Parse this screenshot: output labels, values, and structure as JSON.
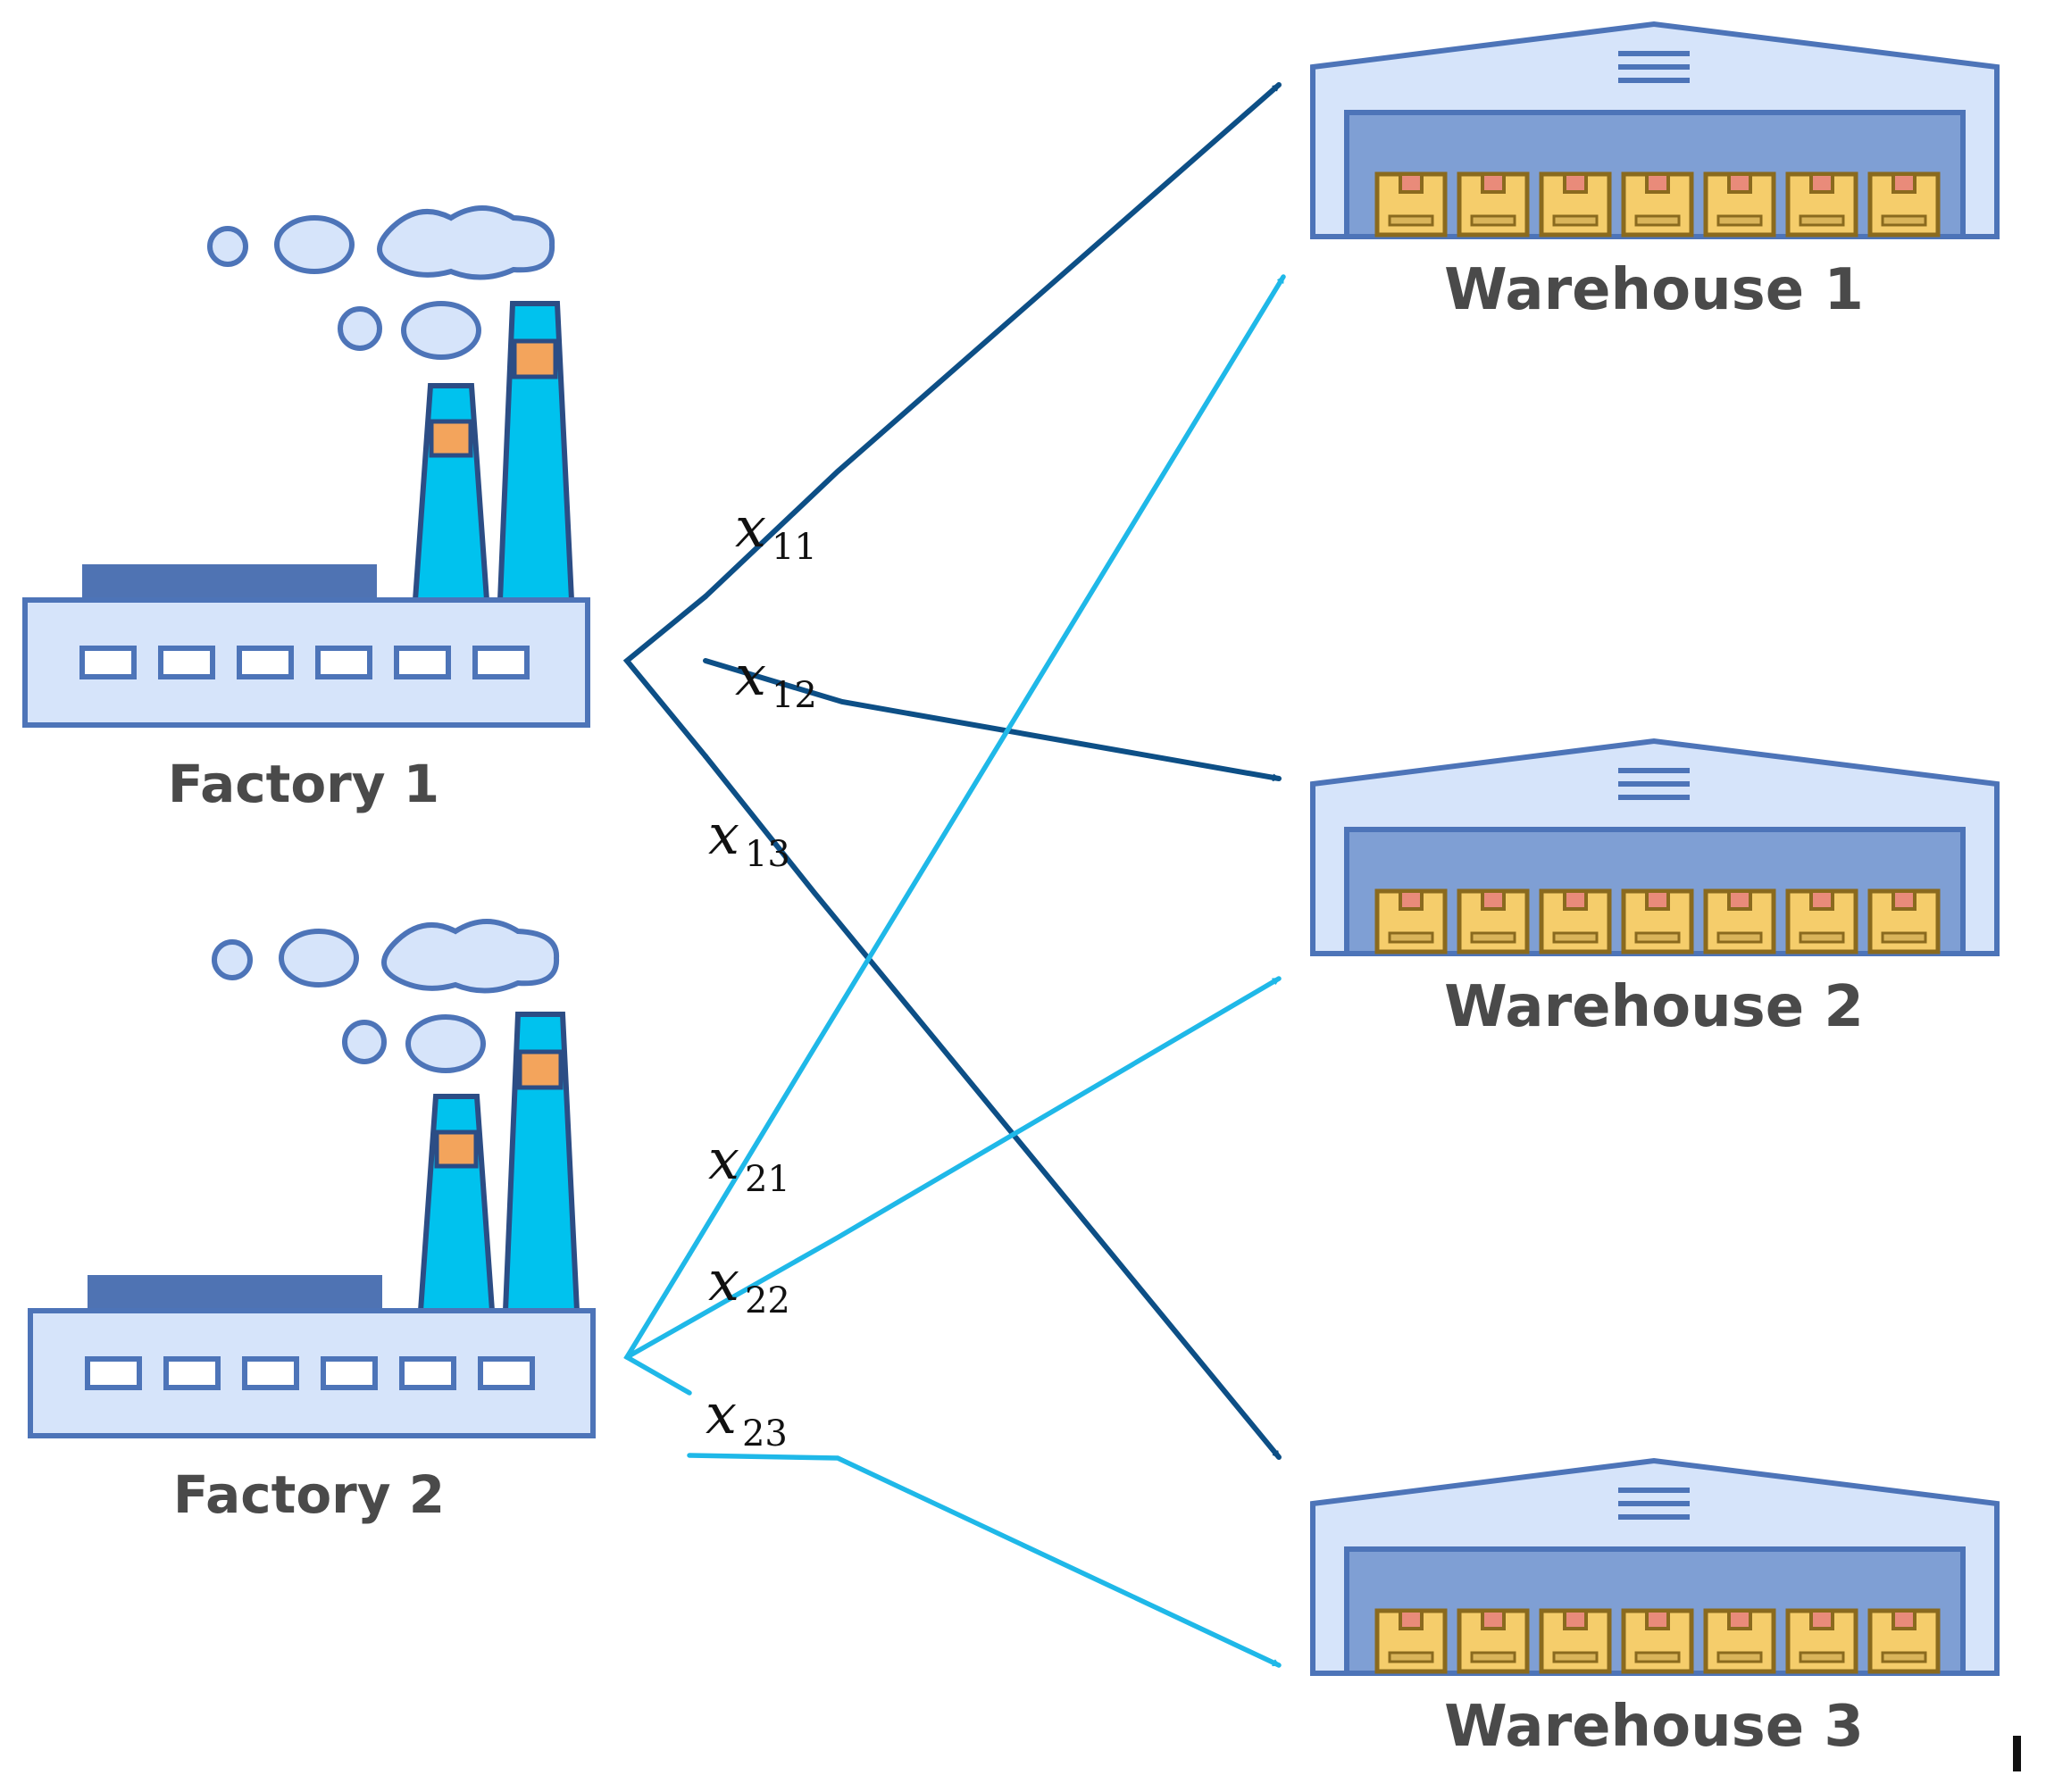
{
  "diagram": {
    "factories": [
      {
        "id": "factory-1",
        "label": "Factory 1"
      },
      {
        "id": "factory-2",
        "label": "Factory 2"
      }
    ],
    "warehouses": [
      {
        "id": "warehouse-1",
        "label": "Warehouse 1"
      },
      {
        "id": "warehouse-2",
        "label": "Warehouse 2"
      },
      {
        "id": "warehouse-3",
        "label": "Warehouse 3"
      }
    ],
    "flows": [
      {
        "var": "x",
        "sub": "11",
        "from": "Factory 1",
        "to": "Warehouse 1"
      },
      {
        "var": "x",
        "sub": "12",
        "from": "Factory 1",
        "to": "Warehouse 2"
      },
      {
        "var": "x",
        "sub": "13",
        "from": "Factory 1",
        "to": "Warehouse 3"
      },
      {
        "var": "x",
        "sub": "21",
        "from": "Factory 2",
        "to": "Warehouse 1"
      },
      {
        "var": "x",
        "sub": "22",
        "from": "Factory 2",
        "to": "Warehouse 2"
      },
      {
        "var": "x",
        "sub": "23",
        "from": "Factory 2",
        "to": "Warehouse 3"
      }
    ],
    "colors": {
      "factory_1_arrows": "#0d4f86",
      "factory_2_arrows": "#1fb8e8",
      "building_fill": "#d6e4fa",
      "building_stroke": "#4d74b8",
      "roof_band": "#4f73b3",
      "chimney": "#00c2ee",
      "chimney_band": "#f3a45c",
      "smoke": "#d6e4fa",
      "warehouse_door": "#7f9fd4",
      "box_fill": "#f5cd6b",
      "box_stroke": "#8a6a1e"
    }
  }
}
